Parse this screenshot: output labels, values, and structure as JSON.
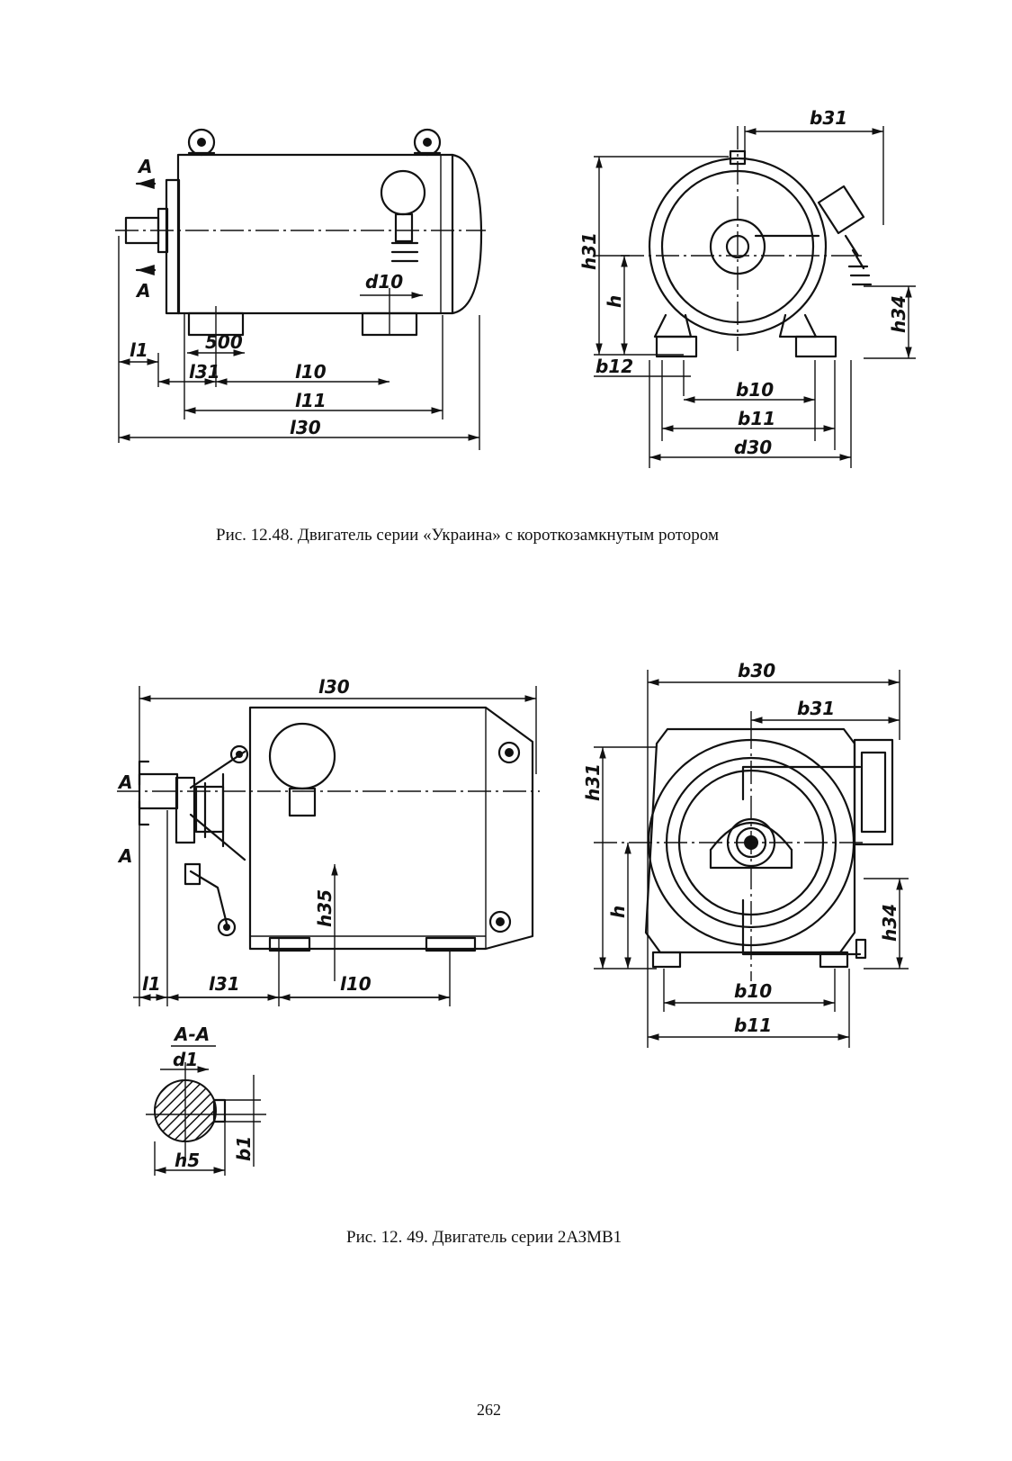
{
  "figures": [
    {
      "caption": "Рис. 12.48. Двигатель серии «Украина» с короткозамкнутым ротором",
      "labels": {
        "A_top": "A",
        "A_bottom": "A",
        "d10": "d10",
        "l1": "l1",
        "l31": "l31",
        "dim500": "500",
        "l10": "l10",
        "l11": "l11",
        "l30": "l30",
        "b31": "b31",
        "h31": "h31",
        "h": "h",
        "h34": "h34",
        "b12": "b12",
        "b10": "b10",
        "b11": "b11",
        "d30": "d30"
      }
    },
    {
      "caption": "Рис. 12. 49. Двигатель серии 2АЗМВ1",
      "labels": {
        "A_top": "A",
        "A_bottom": "A",
        "l30": "l30",
        "h35": "h35",
        "l1": "l1",
        "l31": "l31",
        "l10": "l10",
        "section": "A-A",
        "d1": "d1",
        "h5": "h5",
        "b1": "b1",
        "b30": "b30",
        "b31": "b31",
        "h31": "h31",
        "h": "h",
        "h34": "h34",
        "b10": "b10",
        "b11": "b11"
      }
    }
  ],
  "page_number": "262"
}
